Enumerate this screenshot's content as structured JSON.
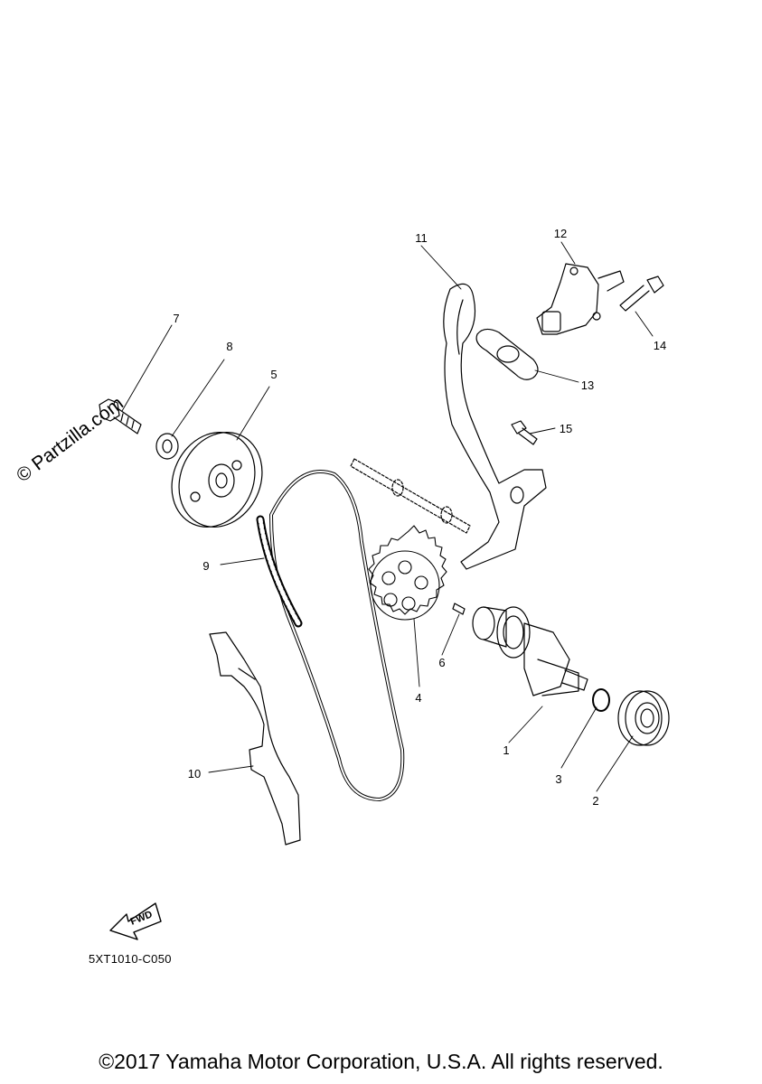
{
  "watermark": "© Partzilla.com",
  "diagram_code": "5XT1010-C050",
  "fwd_label": "FWD",
  "copyright": "©2017 Yamaha Motor Corporation, U.S.A. All rights reserved.",
  "callouts": {
    "c1": "1",
    "c2": "2",
    "c3": "3",
    "c4": "4",
    "c5": "5",
    "c6": "6",
    "c7": "7",
    "c8": "8",
    "c9": "9",
    "c10": "10",
    "c11": "11",
    "c12": "12",
    "c13": "13",
    "c14": "14",
    "c15": "15"
  }
}
